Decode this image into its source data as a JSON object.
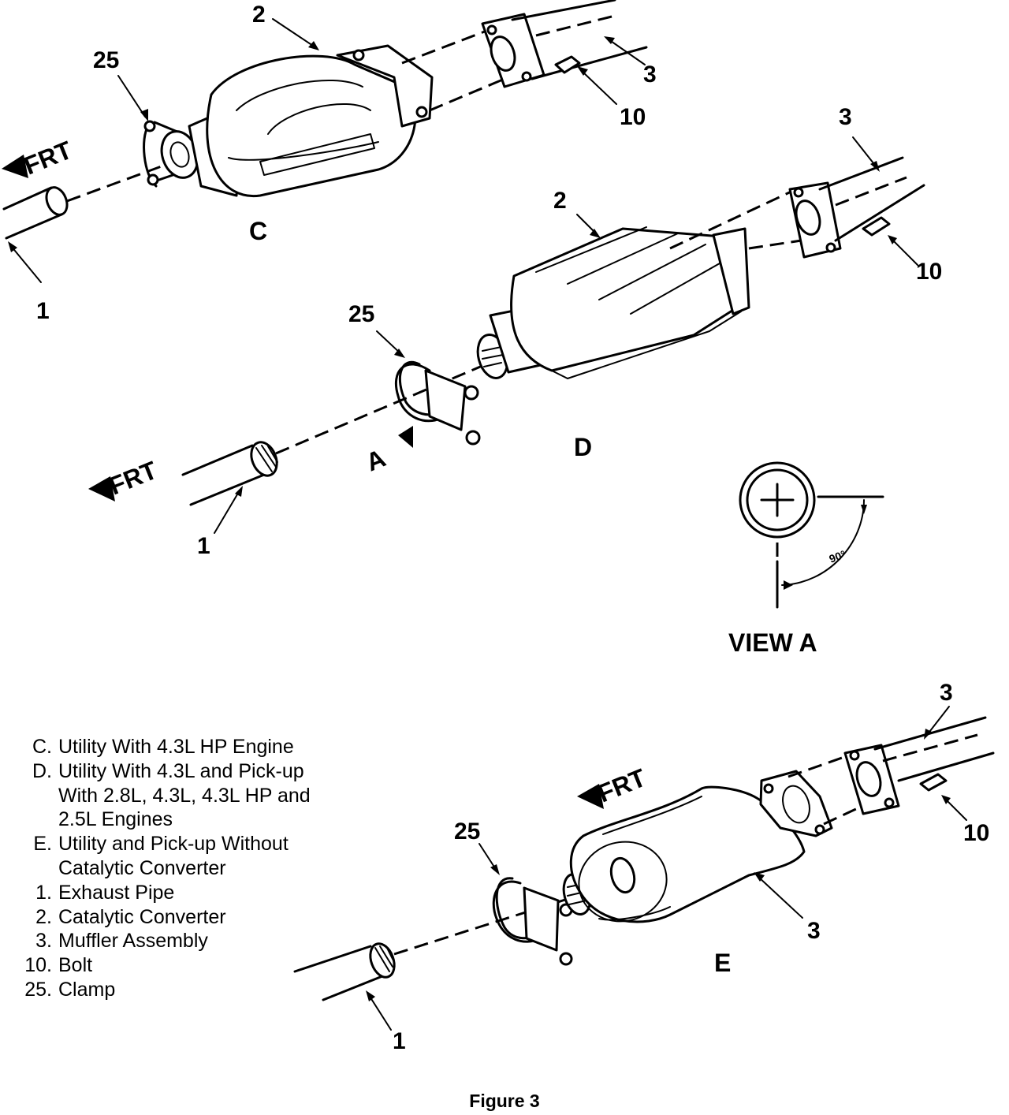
{
  "callouts": {
    "c_2": "2",
    "c_25": "25",
    "c_3": "3",
    "c_10": "10",
    "c_1": "1",
    "c_letter": "C",
    "c_frt": "FRT",
    "d_3": "3",
    "d_2": "2",
    "d_10": "10",
    "d_25": "25",
    "d_1": "1",
    "d_letter": "D",
    "d_frt": "FRT",
    "d_a": "A",
    "e_3_top": "3",
    "e_25": "25",
    "e_10": "10",
    "e_3_body": "3",
    "e_1": "1",
    "e_letter": "E",
    "e_frt": "FRT"
  },
  "view_a": {
    "title": "VIEW  A",
    "angle": "90°"
  },
  "legend": [
    {
      "key": "C.",
      "text": "Utility With 4.3L HP Engine"
    },
    {
      "key": "D.",
      "text": "Utility With 4.3L and Pick-up\nWith 2.8L, 4.3L, 4.3L HP and\n2.5L Engines"
    },
    {
      "key": "E.",
      "text": "Utility and Pick-up  Without\nCatalytic Converter"
    },
    {
      "key": "1.",
      "text": "Exhaust Pipe"
    },
    {
      "key": "2.",
      "text": "Catalytic Converter"
    },
    {
      "key": "3.",
      "text": "Muffler Assembly"
    },
    {
      "key": "10.",
      "text": "Bolt"
    },
    {
      "key": "25.",
      "text": "Clamp"
    }
  ],
  "caption": "Figure 3"
}
